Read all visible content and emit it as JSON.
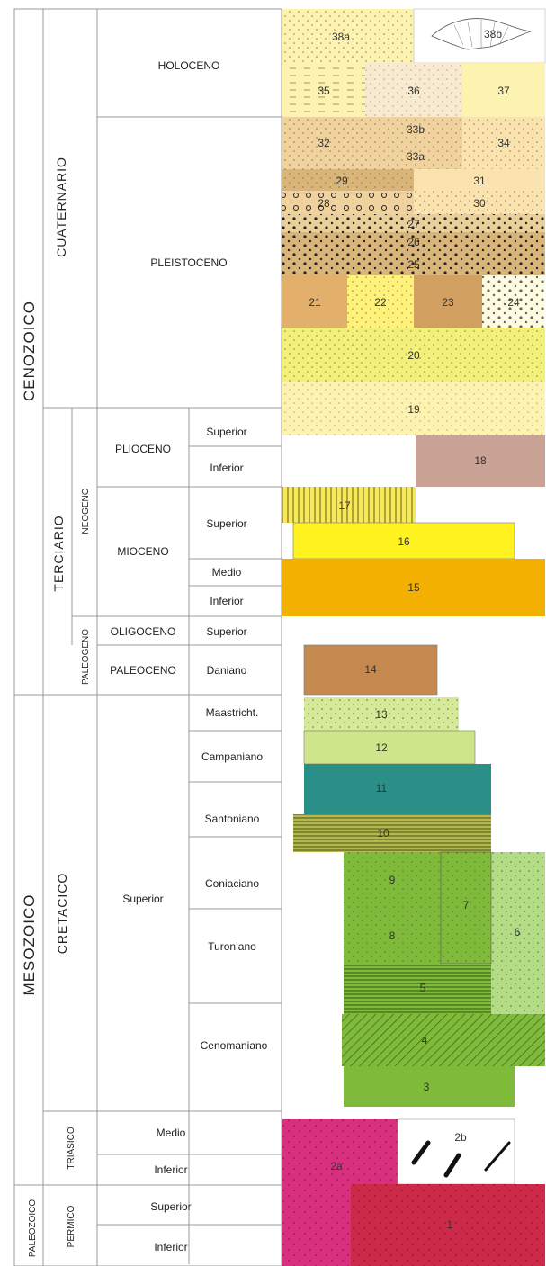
{
  "eras": {
    "cenozoico": "CENOZOICO",
    "mesozoico": "MESOZOICO",
    "paleozoico": "PALEOZOICO"
  },
  "periods": {
    "cuaternario": "CUATERNARIO",
    "terciario": "TERCIARIO",
    "cretacico": "CRETACICO",
    "triasico": "TRIASICO",
    "permico": "PERMICO"
  },
  "subperiods": {
    "neogeno": "NEOGENO",
    "paleogeno": "PALEOGENO"
  },
  "epochs": {
    "holoceno": "HOLOCENO",
    "pleistoceno": "PLEISTOCENO",
    "plioceno": "PLIOCENO",
    "mioceno": "MIOCENO",
    "oligoceno": "OLIGOCENO",
    "paleoceno": "PALEOCENO",
    "superior": "Superior"
  },
  "ages": {
    "plio_sup": "Superior",
    "plio_inf": "Inferior",
    "mio_sup": "Superior",
    "mio_med": "Medio",
    "mio_inf": "Inferior",
    "oligo_sup": "Superior",
    "daniano": "Daniano",
    "maastricht": "Maastricht.",
    "campaniano": "Campaniano",
    "santoniano": "Santoniano",
    "coniaciano": "Coniaciano",
    "turoniano": "Turoniano",
    "cenomaniano": "Cenomaniano",
    "tri_medio": "Medio",
    "tri_inferior": "Inferior",
    "perm_superior": "Superior",
    "perm_inferior": "Inferior"
  },
  "units": {
    "u38a": "38a",
    "u38b": "38b",
    "u35": "35",
    "u36": "36",
    "u37": "37",
    "u32": "32",
    "u33b": "33b",
    "u33a": "33a",
    "u34": "34",
    "u29": "29",
    "u31": "31",
    "u28": "28",
    "u30": "30",
    "u27": "27",
    "u26": "26",
    "u25": "25",
    "u21": "21",
    "u22": "22",
    "u23": "23",
    "u24": "24",
    "u20": "20",
    "u19": "19",
    "u18": "18",
    "u17": "17",
    "u16": "16",
    "u15": "15",
    "u14": "14",
    "u13": "13",
    "u12": "12",
    "u11": "11",
    "u10": "10",
    "u9": "9",
    "u8": "8",
    "u7": "7",
    "u6": "6",
    "u5": "5",
    "u4": "4",
    "u3": "3",
    "u2a": "2a",
    "u2b": "2b",
    "u1": "1"
  },
  "colors": {
    "light_yellow": "#fdf3b0",
    "cream": "#fbe9b6",
    "tan": "#f0d29e",
    "brown_tan": "#d9b57a",
    "lime_yellow": "#f5f27a",
    "yellow": "#fff21e",
    "orange": "#f3b000",
    "rose_brown": "#c9a195",
    "brown": "#c58950",
    "lime_green": "#d6e89a",
    "teal": "#2a8f87",
    "olive": "#b7b651",
    "green": "#7fba3a",
    "light_green": "#b4dc86",
    "magenta": "#d8307e",
    "crimson": "#cc2a48"
  }
}
